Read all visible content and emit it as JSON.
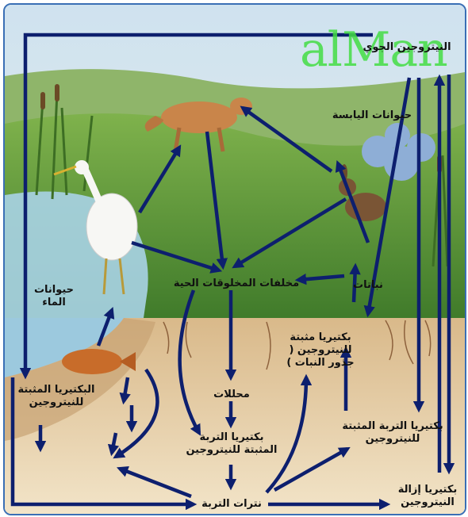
{
  "watermark": "alMan",
  "labels": {
    "atmospheric_nitrogen": "النيتروجين الجوي",
    "land_animals": "حيوانات اليابسة",
    "water_animals": "حيوانات الماء",
    "plants": "نباتات",
    "organism_waste": "مخلفات المخلوقات الحية",
    "decomposers": "محللات",
    "root_fixing_bacteria": "بكتيريا مثبتة للنيتروجين ( جذور النبات )",
    "soil_fixing_bacteria_center": "بكتيريا التربة المثبتة للنيتروجين",
    "soil_fixing_bacteria_right": "بكتيريا التربة المثبتة للنيتروجين",
    "water_fixing_bacteria": "البكتيريا المثبتة للنيتروجين",
    "soil_nitrates": "نترات التربة",
    "denitrifying_bacteria": "بكتيريا إزالة النيتروجين"
  },
  "colors": {
    "arrow": "#0d1f6e",
    "sky": "#dce9f2",
    "grass": "#5f9a3a",
    "water": "#a9d3e6",
    "soil": "#e8d2ae"
  }
}
